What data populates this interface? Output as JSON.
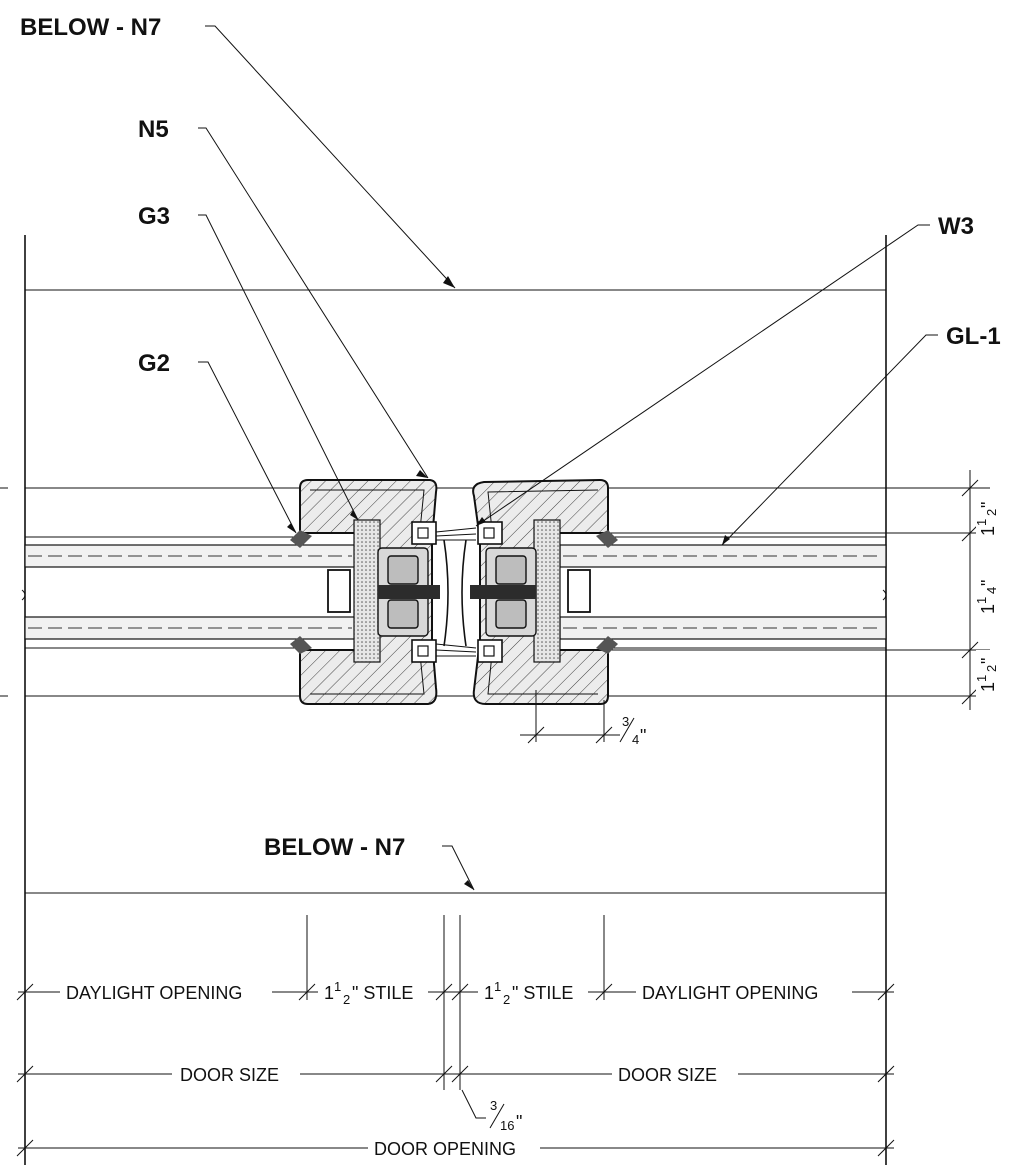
{
  "callouts": {
    "below_n7_top": "BELOW - N7",
    "n5": "N5",
    "g3": "G3",
    "g2": "G2",
    "w3": "W3",
    "gl1": "GL-1",
    "below_n7_bottom": "BELOW - N7"
  },
  "vertical_dims": {
    "upper": {
      "whole": "1",
      "num": "1",
      "den": "2",
      "unit": "\""
    },
    "middle": {
      "whole": "1",
      "num": "1",
      "den": "4",
      "unit": "\""
    },
    "lower": {
      "whole": "1",
      "num": "1",
      "den": "2",
      "unit": "\""
    }
  },
  "small_dims": {
    "three_quarter": {
      "num": "3",
      "den": "4",
      "unit": "\""
    },
    "three_sixteenth": {
      "num": "3",
      "den": "16",
      "unit": "\""
    }
  },
  "horizontal_dims": {
    "daylight_left": "DAYLIGHT OPENING",
    "stile_left": {
      "whole": "1",
      "num": "1",
      "den": "2",
      "suffix": "\" STILE"
    },
    "stile_right": {
      "whole": "1",
      "num": "1",
      "den": "2",
      "suffix": "\" STILE"
    },
    "daylight_right": "DAYLIGHT OPENING",
    "door_size_left": "DOOR SIZE",
    "door_size_right": "DOOR SIZE",
    "door_opening": "DOOR OPENING"
  }
}
